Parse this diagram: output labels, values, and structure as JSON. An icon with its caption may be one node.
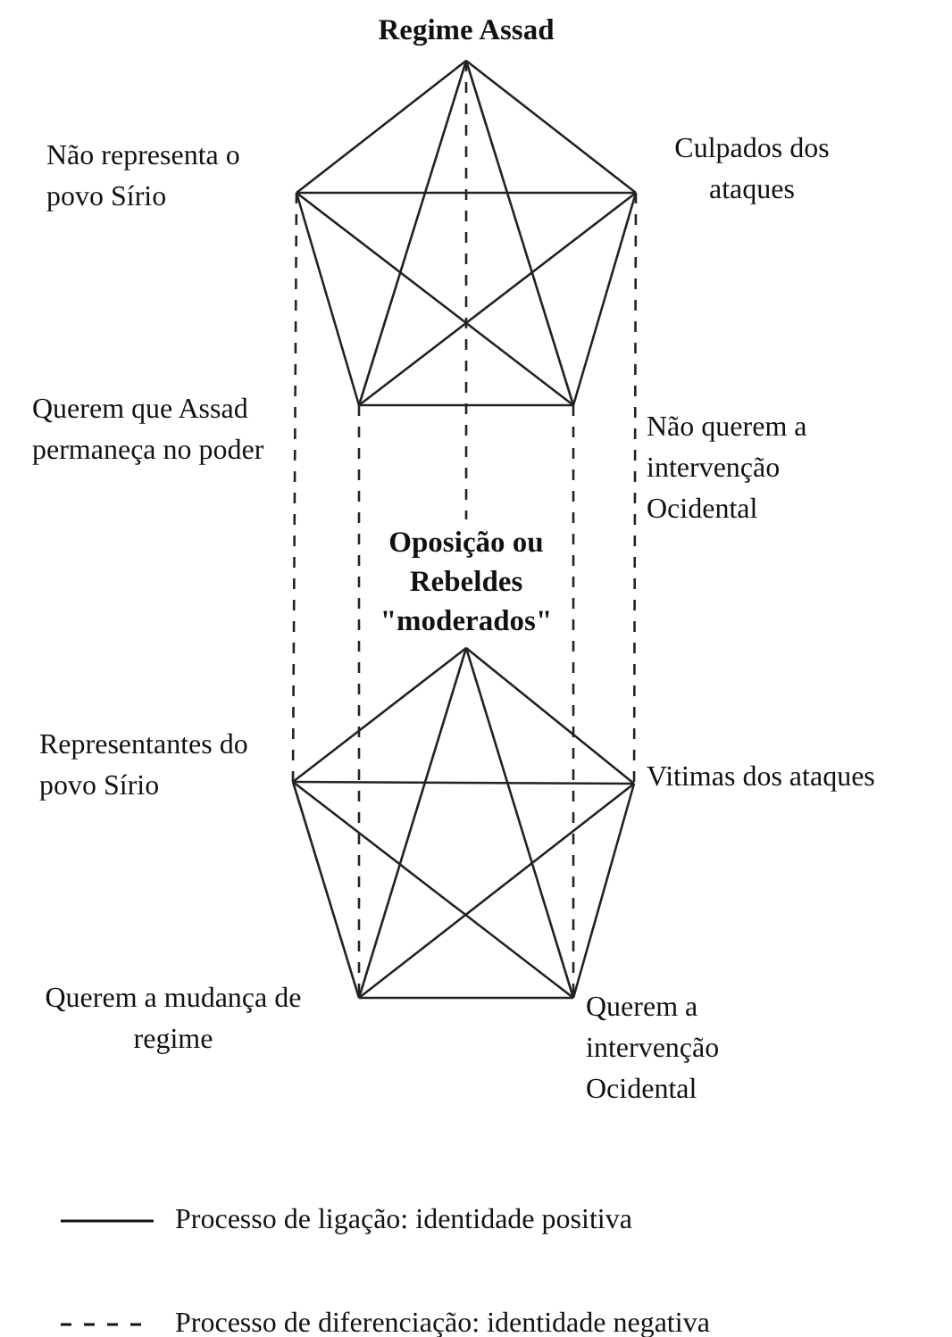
{
  "diagram": {
    "nodes": [
      {
        "text": [
          "Regime Assad"
        ]
      },
      {
        "text": [
          "Não representa o povo Sírio"
        ]
      },
      {
        "text": [
          "Culpados dos ataques"
        ]
      },
      {
        "text": [
          "Querem que Assad permaneça no poder"
        ]
      },
      {
        "text": [
          "Não querem a intervenção Ocidental"
        ]
      },
      {
        "text": [
          "Oposição ou Rebeldes \"moderados\""
        ]
      },
      {
        "text": [
          "Representantes do povo Sírio"
        ]
      },
      {
        "text": [
          "Vitimas dos ataques"
        ]
      },
      {
        "text": [
          "Querem a mudança de regime"
        ]
      },
      {
        "text": [
          "Querem a intervenção Ocidental"
        ]
      }
    ],
    "edges": [
      {
        "from": 0,
        "to": 1,
        "arrow": "none"
      },
      {
        "from": 0,
        "to": 2,
        "arrow": "none"
      },
      {
        "from": 0,
        "to": 3,
        "arrow": "none"
      },
      {
        "from": 0,
        "to": 4,
        "arrow": "none"
      },
      {
        "from": 1,
        "to": 2,
        "arrow": "none"
      },
      {
        "from": 1,
        "to": 3,
        "arrow": "none"
      },
      {
        "from": 1,
        "to": 4,
        "arrow": "none"
      },
      {
        "from": 2,
        "to": 3,
        "arrow": "none"
      },
      {
        "from": 2,
        "to": 4,
        "arrow": "none"
      },
      {
        "from": 3,
        "to": 4,
        "arrow": "none"
      },
      {
        "from": 5,
        "to": 6,
        "arrow": "none"
      },
      {
        "from": 5,
        "to": 7,
        "arrow": "none"
      },
      {
        "from": 5,
        "to": 8,
        "arrow": "none"
      },
      {
        "from": 5,
        "to": 9,
        "arrow": "none"
      },
      {
        "from": 6,
        "to": 7,
        "arrow": "none"
      },
      {
        "from": 6,
        "to": 8,
        "arrow": "none"
      },
      {
        "from": 6,
        "to": 9,
        "arrow": "none"
      },
      {
        "from": 7,
        "to": 8,
        "arrow": "none"
      },
      {
        "from": 7,
        "to": 9,
        "arrow": "none"
      },
      {
        "from": 8,
        "to": 9,
        "arrow": "none"
      },
      {
        "from": 0,
        "to": 5,
        "arrow": "none",
        "style": "dashed"
      },
      {
        "from": 1,
        "to": 6,
        "arrow": "none",
        "style": "dashed"
      },
      {
        "from": 2,
        "to": 7,
        "arrow": "none",
        "style": "dashed"
      },
      {
        "from": 3,
        "to": 8,
        "arrow": "none",
        "style": "dashed"
      },
      {
        "from": 4,
        "to": 9,
        "arrow": "none",
        "style": "dashed"
      }
    ],
    "legend": [
      {
        "text": "Processo de ligação: identidade positiva"
      },
      {
        "text": "Processo de diferenciação: identidade negativa"
      }
    ]
  }
}
